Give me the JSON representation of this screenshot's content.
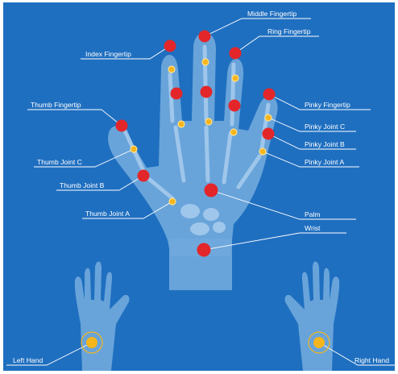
{
  "labels": {
    "middle_fingertip": "Middle Fingertip",
    "ring_fingertip": "Ring Fingertip",
    "index_fingertip": "Index Fingertip",
    "thumb_fingertip": "Thumb Fingertip",
    "pinky_fingertip": "Pinky Fingertip",
    "pinky_joint_c": "Pinky Joint C",
    "pinky_joint_b": "Pinky Joint B",
    "pinky_joint_a": "Pinky Joint A",
    "thumb_joint_c": "Thumb Joint C",
    "thumb_joint_b": "Thumb Joint B",
    "thumb_joint_a": "Thumb Joint A",
    "palm": "Palm",
    "wrist": "Wrist",
    "left_hand": "Left Hand",
    "right_hand": "Right Hand"
  },
  "colors": {
    "background": "#1f6fc0",
    "hand_fill": "#6fa8dc",
    "bone": "#a9cdef",
    "major_point": "#e3262a",
    "minor_point": "#f5b51d",
    "line": "#ffffff"
  }
}
